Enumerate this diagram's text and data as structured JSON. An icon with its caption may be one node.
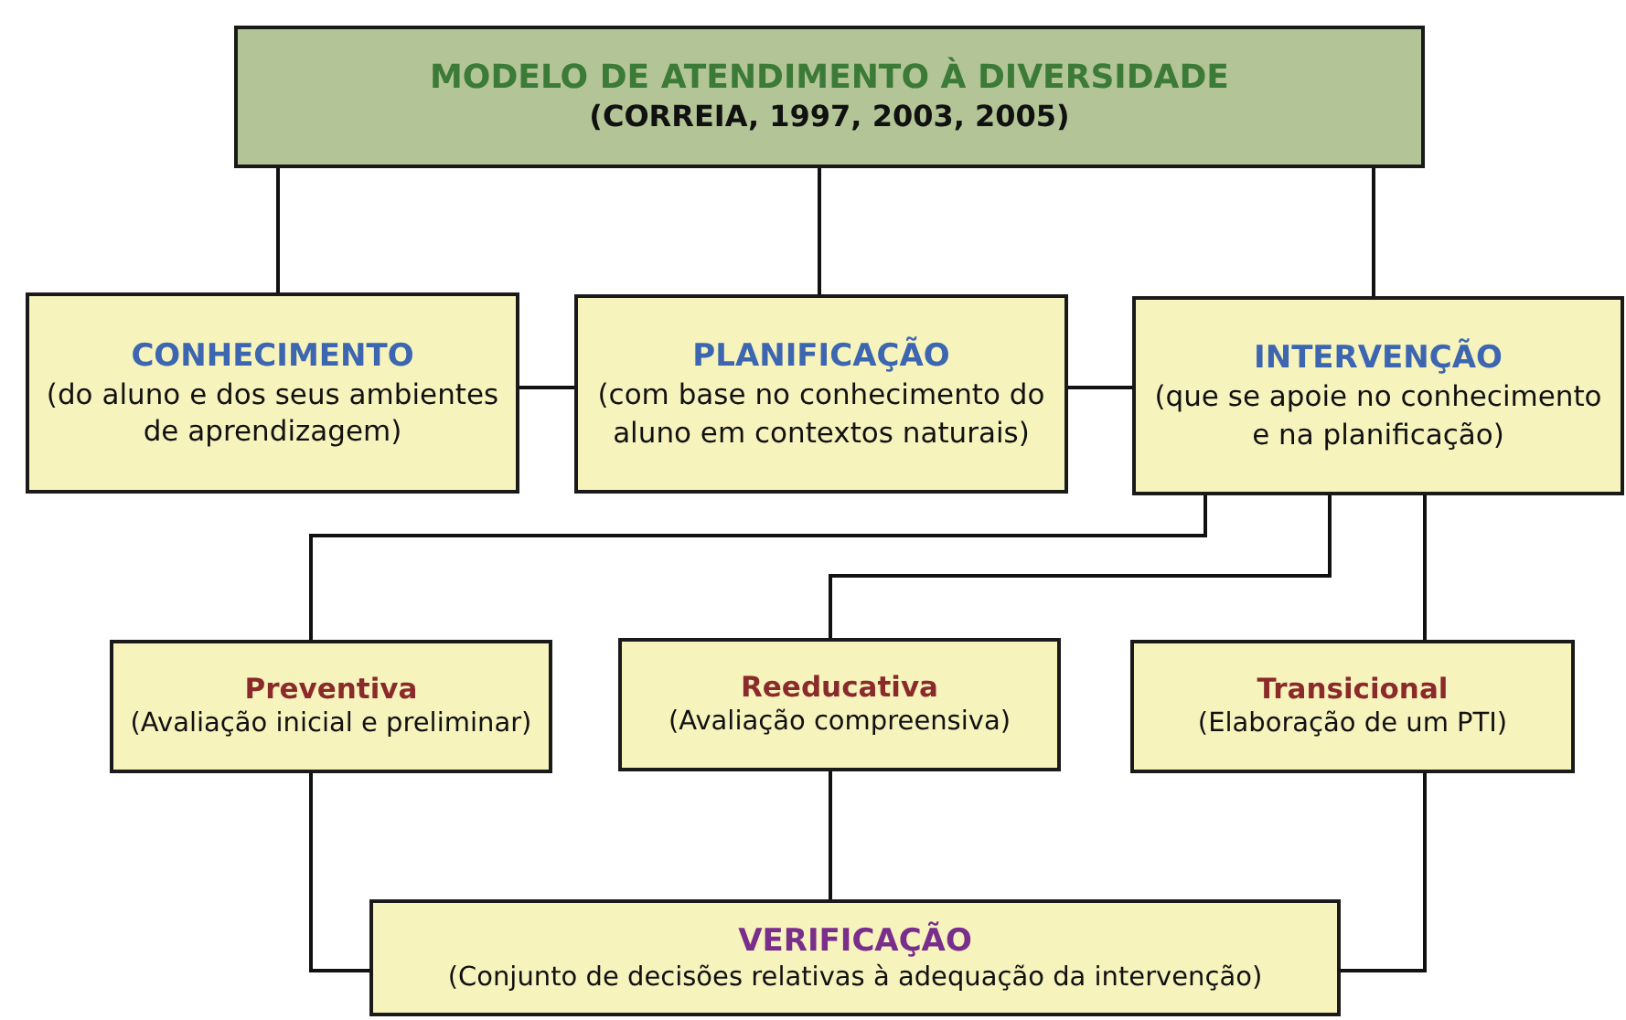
{
  "diagram": {
    "nodes": [
      {
        "text": [
          "MODELO DE ATENDIMENTO À DIVERSIDADE",
          "(CORREIA, 1997, 2003, 2005)"
        ]
      },
      {
        "text": [
          "CONHECIMENTO",
          "(do aluno e dos seus ambientes de aprendizagem)"
        ]
      },
      {
        "text": [
          "PLANIFICAÇÃO",
          "(com base no conhecimento do aluno em contextos naturais)"
        ]
      },
      {
        "text": [
          "INTERVENÇÃO",
          "(que se apoie no conhecimento e na planificação)"
        ]
      },
      {
        "text": [
          "Preventiva",
          "(Avaliação inicial e preliminar)"
        ]
      },
      {
        "text": [
          "Reeducativa",
          "(Avaliação compreensiva)"
        ]
      },
      {
        "text": [
          "Transicional",
          "(Elaboração de um PTI)"
        ]
      },
      {
        "text": [
          "VERIFICAÇÃO",
          "(Conjunto de decisões relativas à adequação da intervenção)"
        ]
      }
    ],
    "edges": [
      {
        "from": 0,
        "to": 1,
        "arrow": "none"
      },
      {
        "from": 0,
        "to": 2,
        "arrow": "none"
      },
      {
        "from": 0,
        "to": 3,
        "arrow": "none"
      },
      {
        "from": 1,
        "to": 2,
        "arrow": "none"
      },
      {
        "from": 2,
        "to": 3,
        "arrow": "none"
      },
      {
        "from": 3,
        "to": 4,
        "arrow": "none"
      },
      {
        "from": 3,
        "to": 5,
        "arrow": "none"
      },
      {
        "from": 3,
        "to": 6,
        "arrow": "none"
      },
      {
        "from": 4,
        "to": 7,
        "arrow": "none"
      },
      {
        "from": 5,
        "to": 7,
        "arrow": "none"
      },
      {
        "from": 6,
        "to": 7,
        "arrow": "none"
      }
    ]
  }
}
